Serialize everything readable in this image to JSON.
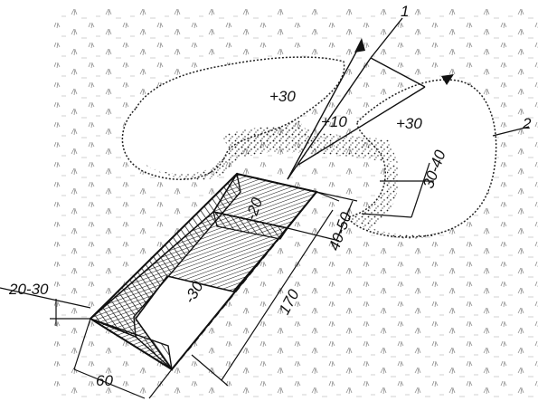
{
  "labels": {
    "callout_1": "1",
    "callout_2": "2",
    "elev_left_mound": "+30",
    "elev_center": "+10",
    "elev_right_mound": "+30",
    "depth_step": "-20",
    "depth_trench": "-30",
    "dim_right_gap": "30-40",
    "dim_step_width": "40-50",
    "dim_trench_length": "170",
    "dim_trench_width": "60",
    "dim_left_depth": "20-30"
  },
  "colors": {
    "ink": "#111111",
    "paper": "#ffffff"
  }
}
